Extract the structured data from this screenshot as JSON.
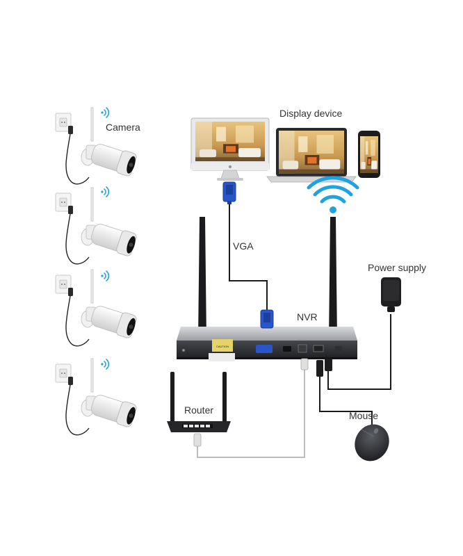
{
  "labels": {
    "camera": "Camera",
    "display_device": "Display device",
    "vga": "VGA",
    "nvr": "NVR",
    "power_supply": "Power supply",
    "router": "Router",
    "mouse": "Mouse"
  },
  "nvr_caution": "CAUTION",
  "colors": {
    "wire": "#1a1a1a",
    "ethernet_wire": "#bdbdbd",
    "wifi": "#1fa3e0",
    "vga_plug": "#2a55c9",
    "nvr_body": "#2b2d30",
    "camera_body": "#f2f2f2"
  },
  "icons": [
    "camera-icon",
    "wifi-icon",
    "monitor-icon",
    "laptop-icon",
    "phone-icon",
    "nvr-icon",
    "antenna-icon",
    "router-icon",
    "power-adapter-icon",
    "mouse-icon",
    "vga-plug-icon",
    "wall-outlet-icon"
  ]
}
